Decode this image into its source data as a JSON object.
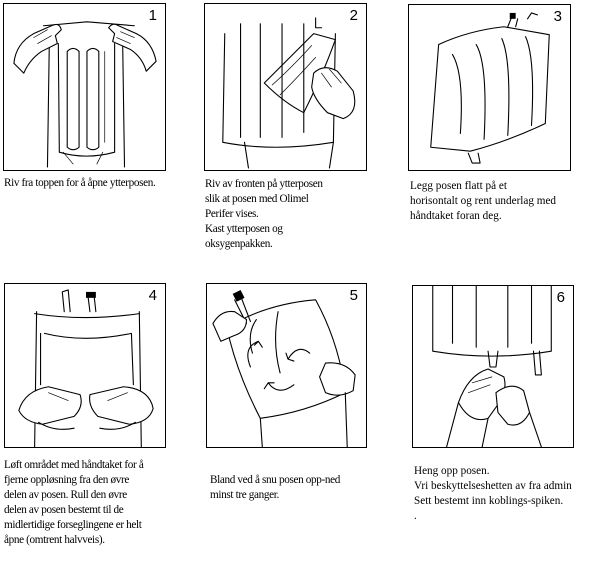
{
  "steps": [
    {
      "number": "1",
      "caption": [
        "Riv fra toppen for å åpne ytterposen."
      ]
    },
    {
      "number": "2",
      "caption": [
        "Riv av fronten på ytterposen",
        "slik at posen med Olimel",
        "Perifer vises.",
        "Kast ytterposen og",
        "oksygenpakken."
      ]
    },
    {
      "number": "3",
      "caption": [
        "Legg posen flatt på et",
        "horisontalt og rent underlag med",
        "håndtaket foran deg."
      ]
    },
    {
      "number": "4",
      "caption": [
        "Løft området med håndtaket for å",
        "fjerne oppløsning fra den øvre",
        "delen av posen. Rull den øvre",
        "delen av posen bestemt til de",
        "midlertidige forseglingene er helt",
        "åpne (omtrent halvveis)."
      ]
    },
    {
      "number": "5",
      "caption": [
        "Bland ved å snu posen opp-ned",
        "minst tre ganger."
      ]
    },
    {
      "number": "6",
      "caption": [
        "Heng opp posen.",
        "Vri beskyttelseshetten av fra admin",
        "Sett bestemt inn koblings-spiken.",
        "."
      ]
    }
  ]
}
